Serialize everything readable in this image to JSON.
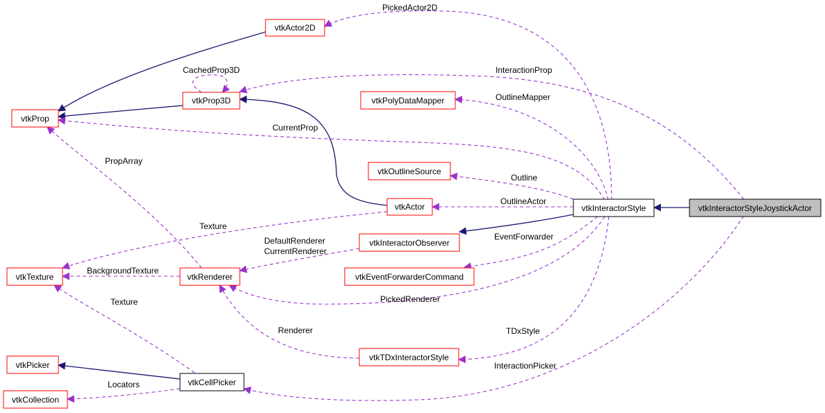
{
  "colors": {
    "class_border_documented": "#ff0000",
    "class_border_plain": "#000000",
    "focus_fill": "#bfbfbf",
    "inheritance_edge": "#191970",
    "usage_edge": "#9a32cd"
  },
  "nodes": {
    "vtkActor2D": "vtkActor2D",
    "vtkProp3D": "vtkProp3D",
    "vtkProp": "vtkProp",
    "vtkPolyDataMapper": "vtkPolyDataMapper",
    "vtkOutlineSource": "vtkOutlineSource",
    "vtkActor": "vtkActor",
    "vtkInteractorStyle": "vtkInteractorStyle",
    "vtkInteractorStyleJoystickActor": "vtkInteractorStyleJoystickActor",
    "vtkInteractorObserver": "vtkInteractorObserver",
    "vtkTexture": "vtkTexture",
    "vtkRenderer": "vtkRenderer",
    "vtkEventForwarderCommand": "vtkEventForwarderCommand",
    "vtkTDxInteractorStyle": "vtkTDxInteractorStyle",
    "vtkPicker": "vtkPicker",
    "vtkCellPicker": "vtkCellPicker",
    "vtkCollection": "vtkCollection"
  },
  "edge_labels": {
    "picked_actor_2d": "PickedActor2D",
    "interaction_prop": "InteractionProp",
    "cached_prop_3d": "CachedProp3D",
    "outline_mapper": "OutlineMapper",
    "current_prop": "CurrentProp",
    "prop_array": "PropArray",
    "outline": "Outline",
    "outline_actor": "OutlineActor",
    "texture_actor": "Texture",
    "default_renderer": "DefaultRenderer",
    "current_renderer": "CurrentRenderer",
    "event_forwarder": "EventForwarder",
    "background_texture": "BackgroundTexture",
    "picked_renderer": "PickedRenderer",
    "texture_picker": "Texture",
    "renderer": "Renderer",
    "tdx_style": "TDxStyle",
    "interaction_picker": "InteractionPicker",
    "locators": "Locators"
  }
}
